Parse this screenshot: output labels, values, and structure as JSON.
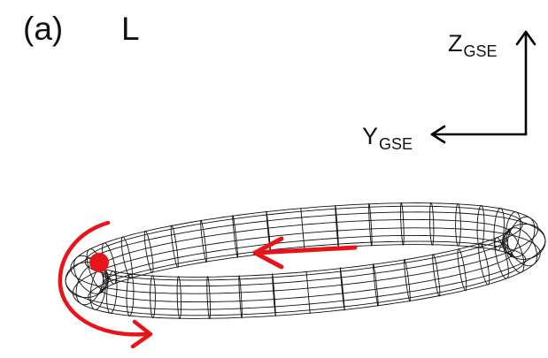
{
  "figure": {
    "panel_label": "(a)",
    "view_label": "L"
  },
  "axes": {
    "z": {
      "letter": "Z",
      "subscript": "GSE"
    },
    "y": {
      "letter": "Y",
      "subscript": "GSE"
    }
  },
  "colors": {
    "ink": "#000000",
    "arrow": "#e8141c",
    "mesh": "#111111"
  },
  "icons": {
    "mesh": "wireframe-torus",
    "arrows": [
      "red-flow-arrow",
      "red-rotation-arrow",
      "red-dot-marker"
    ]
  }
}
